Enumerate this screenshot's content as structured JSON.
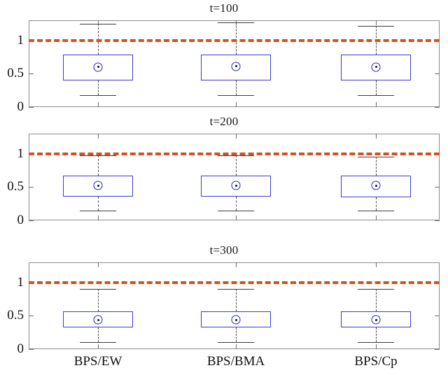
{
  "figure": {
    "categories": [
      "BPS/EW",
      "BPS/BMA",
      "BPS/Cp"
    ],
    "y_ticks": [
      "0",
      "0.5",
      "1"
    ],
    "colors": {
      "reference_line": "#d4511e",
      "box_edge": "#3a3ad8",
      "whisker": "#4a4a4a",
      "median_marker": "#2323c8",
      "axis": "#8c8c8c"
    }
  },
  "chart_data": {
    "type": "box",
    "title": "",
    "xlabel": "",
    "ylabel": "",
    "ylim": [
      0,
      1.3
    ],
    "yticks": [
      0,
      0.5,
      1
    ],
    "grid": false,
    "legend": "none",
    "reference_line": {
      "value": 1.0,
      "style": "dashed",
      "color": "#d4511e"
    },
    "categories": [
      "BPS/EW",
      "BPS/BMA",
      "BPS/Cp"
    ],
    "panels": [
      {
        "title": "t=100",
        "boxes": [
          {
            "category": "BPS/EW",
            "whisker_low": 0.18,
            "q1": 0.4,
            "median": 0.6,
            "q3": 0.79,
            "whisker_high": 1.25
          },
          {
            "category": "BPS/BMA",
            "whisker_low": 0.18,
            "q1": 0.4,
            "median": 0.61,
            "q3": 0.79,
            "whisker_high": 1.27
          },
          {
            "category": "BPS/Cp",
            "whisker_low": 0.18,
            "q1": 0.4,
            "median": 0.6,
            "q3": 0.79,
            "whisker_high": 1.22
          }
        ]
      },
      {
        "title": "t=200",
        "boxes": [
          {
            "category": "BPS/EW",
            "whisker_low": 0.15,
            "q1": 0.36,
            "median": 0.52,
            "q3": 0.67,
            "whisker_high": 0.97
          },
          {
            "category": "BPS/BMA",
            "whisker_low": 0.15,
            "q1": 0.36,
            "median": 0.52,
            "q3": 0.67,
            "whisker_high": 0.97
          },
          {
            "category": "BPS/Cp",
            "whisker_low": 0.15,
            "q1": 0.35,
            "median": 0.52,
            "q3": 0.67,
            "whisker_high": 0.95
          }
        ]
      },
      {
        "title": "t=300",
        "boxes": [
          {
            "category": "BPS/EW",
            "whisker_low": 0.11,
            "q1": 0.33,
            "median": 0.44,
            "q3": 0.57,
            "whisker_high": 0.9
          },
          {
            "category": "BPS/BMA",
            "whisker_low": 0.11,
            "q1": 0.33,
            "median": 0.44,
            "q3": 0.57,
            "whisker_high": 0.9
          },
          {
            "category": "BPS/Cp",
            "whisker_low": 0.11,
            "q1": 0.33,
            "median": 0.44,
            "q3": 0.57,
            "whisker_high": 0.9
          }
        ]
      }
    ]
  }
}
